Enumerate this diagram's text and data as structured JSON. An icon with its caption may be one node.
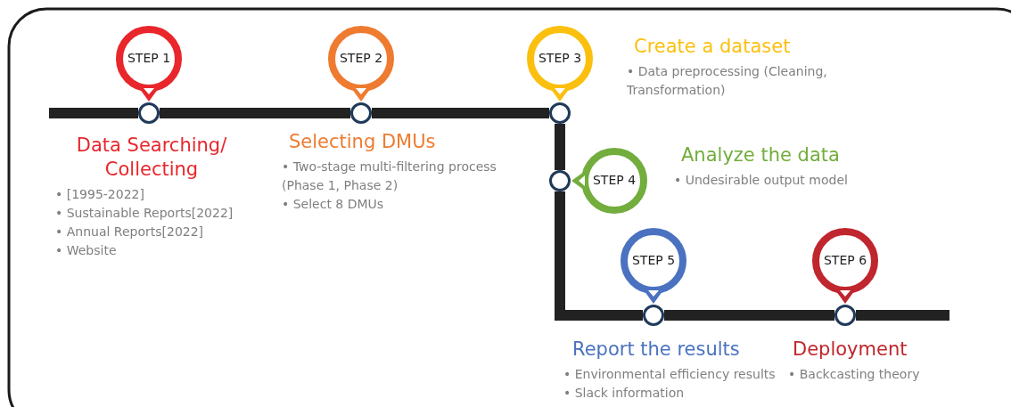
{
  "diagram": {
    "nodes": [
      {
        "text": [
          "STEP 1"
        ],
        "beside": [
          "Data Searching/ Collecting",
          "• [1995-2022]",
          "• Sustainable Reports[2022]",
          "• Annual Reports[2022]",
          "• Website"
        ]
      },
      {
        "text": [
          "STEP 2"
        ],
        "beside": [
          "Selecting DMUs",
          "• Two-stage multi-filtering process (Phase 1, Phase 2)",
          "• Select 8 DMUs"
        ]
      },
      {
        "text": [
          "STEP 3"
        ],
        "beside": [
          "Create a dataset",
          "• Data preprocessing (Cleaning, Transformation)"
        ]
      },
      {
        "text": [
          "STEP 4"
        ],
        "beside": [
          "Analyze the data",
          "• Undesirable output model"
        ]
      },
      {
        "text": [
          "STEP 5"
        ],
        "beside": [
          "Report the results",
          "• Environmental efficiency results",
          "• Slack information"
        ]
      },
      {
        "text": [
          "STEP 6"
        ],
        "beside": [
          "Deployment",
          "• Backcasting theory"
        ]
      },
      {
        "text": [],
        "shape": "circle"
      },
      {
        "text": [],
        "shape": "circle"
      },
      {
        "text": [],
        "shape": "circle"
      },
      {
        "text": [],
        "shape": "circle"
      },
      {
        "text": [],
        "shape": "circle"
      },
      {
        "text": [],
        "shape": "circle"
      }
    ],
    "edges": [
      {
        "from": null,
        "to": 6,
        "arrow": "none"
      },
      {
        "from": 6,
        "to": 7,
        "arrow": "none"
      },
      {
        "from": 7,
        "to": 8,
        "arrow": "none"
      },
      {
        "from": 8,
        "to": 9,
        "arrow": "none"
      },
      {
        "from": 9,
        "to": 10,
        "arrow": "none"
      },
      {
        "from": 10,
        "to": 11,
        "arrow": "none"
      },
      {
        "from": 11,
        "to": null,
        "arrow": "none"
      }
    ]
  }
}
